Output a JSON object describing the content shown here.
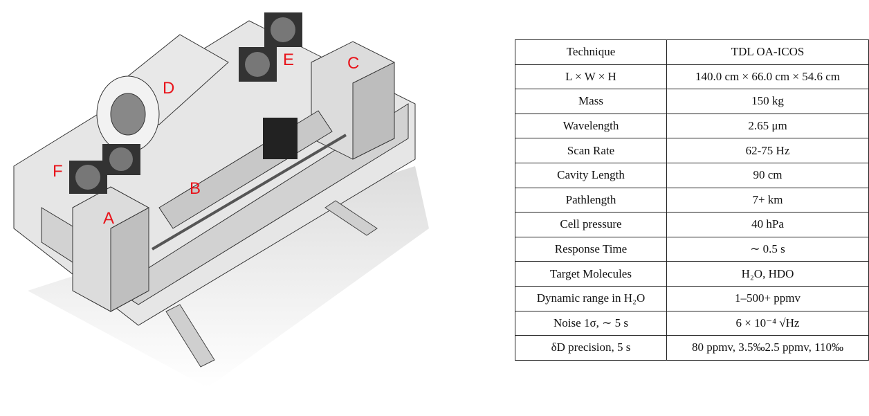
{
  "figure": {
    "labels": {
      "A": "A",
      "B": "B",
      "C": "C",
      "D": "D",
      "E": "E",
      "F": "F"
    }
  },
  "table": {
    "rows": [
      {
        "key": "Technique",
        "value": "TDL OA-ICOS"
      },
      {
        "key": "L × W × H",
        "value": "140.0 cm × 66.0 cm × 54.6 cm"
      },
      {
        "key": "Mass",
        "value": "150 kg"
      },
      {
        "key": "Wavelength",
        "value": "2.65 μm"
      },
      {
        "key": "Scan Rate",
        "value": "62-75 Hz"
      },
      {
        "key": "Cavity Length",
        "value": "90 cm"
      },
      {
        "key": "Pathlength",
        "value": "7+ km"
      },
      {
        "key": "Cell pressure",
        "value": "40 hPa"
      },
      {
        "key": "Response Time",
        "value": "∼ 0.5 s"
      },
      {
        "key": "Target Molecules",
        "value": "H₂O, HDO"
      },
      {
        "key": "Dynamic range in H₂O",
        "value": "1–500+ ppmv"
      },
      {
        "key": "Noise 1σ, ∼ 5 s",
        "value": "6 × 10⁻⁴ √Hz"
      },
      {
        "key": "δD precision, 5 s",
        "value": "80 ppmv, 3.5‰2.5 ppmv, 110‰"
      }
    ]
  }
}
